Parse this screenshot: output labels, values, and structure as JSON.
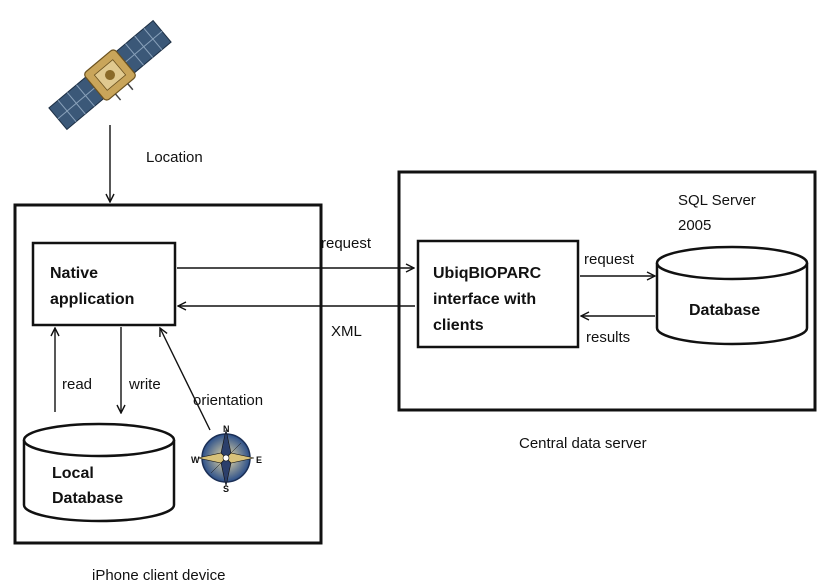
{
  "satellite": {
    "icon": "satellite-icon",
    "label": "Location"
  },
  "client_device": {
    "caption": "iPhone client device",
    "native_app": {
      "line1": "Native",
      "line2": "application"
    },
    "local_db": {
      "line1": "Local",
      "line2": "Database"
    },
    "compass": {
      "icon": "compass-rose-icon",
      "N": "N",
      "E": "E",
      "S": "S",
      "W": "W"
    },
    "arrows": {
      "read": "read",
      "write": "write",
      "orientation": "orientation"
    }
  },
  "server": {
    "caption": "Central data server",
    "interface": {
      "line1": "UbiqBIOPARC",
      "line2": "interface with",
      "line3": "clients"
    },
    "sql_server": {
      "line1": "SQL Server",
      "line2": "2005"
    },
    "database": {
      "label": "Database"
    },
    "arrows": {
      "request": "request",
      "results": "results"
    }
  },
  "links": {
    "request": "request",
    "xml": "XML"
  }
}
